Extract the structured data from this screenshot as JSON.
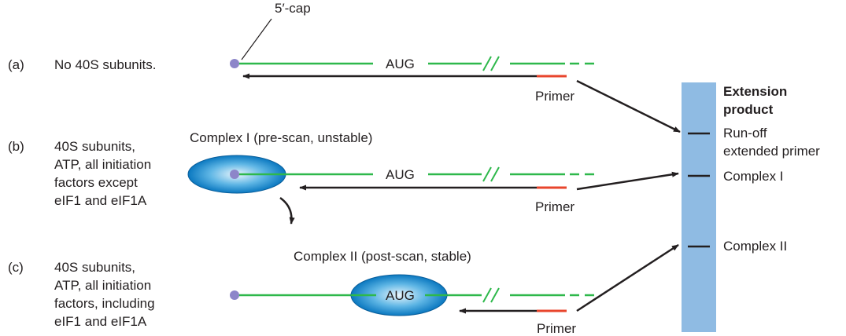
{
  "cap_label": "5′-cap",
  "rows": [
    {
      "letter": "(a)",
      "description": [
        "No 40S subunits."
      ],
      "codon": "AUG",
      "primer_label": "Primer",
      "complex_title": ""
    },
    {
      "letter": "(b)",
      "description": [
        "40S subunits,",
        "ATP, all initiation",
        "factors except",
        "eIF1 and eIF1A"
      ],
      "codon": "AUG",
      "primer_label": "Primer",
      "complex_title": "Complex I (pre-scan, unstable)"
    },
    {
      "letter": "(c)",
      "description": [
        "40S subunits,",
        "ATP, all initiation",
        "factors, including",
        "eIF1 and eIF1A"
      ],
      "codon": "AUG",
      "primer_label": "Primer",
      "complex_title": "Complex II (post-scan, stable)"
    }
  ],
  "gel": {
    "title": [
      "Extension",
      "product"
    ],
    "bands": [
      {
        "label": [
          "Run-off",
          "extended primer"
        ]
      },
      {
        "label": [
          "Complex I"
        ]
      },
      {
        "label": [
          "Complex II"
        ]
      }
    ]
  },
  "colors": {
    "mrna": "#2eb84b",
    "primer": "#e8452c",
    "cap": "#8d86c9",
    "arrow": "#231f20",
    "gel": "#8fbbe3",
    "ribosome_center": "#e6f4fb",
    "ribosome_edge": "#0f82c8"
  }
}
